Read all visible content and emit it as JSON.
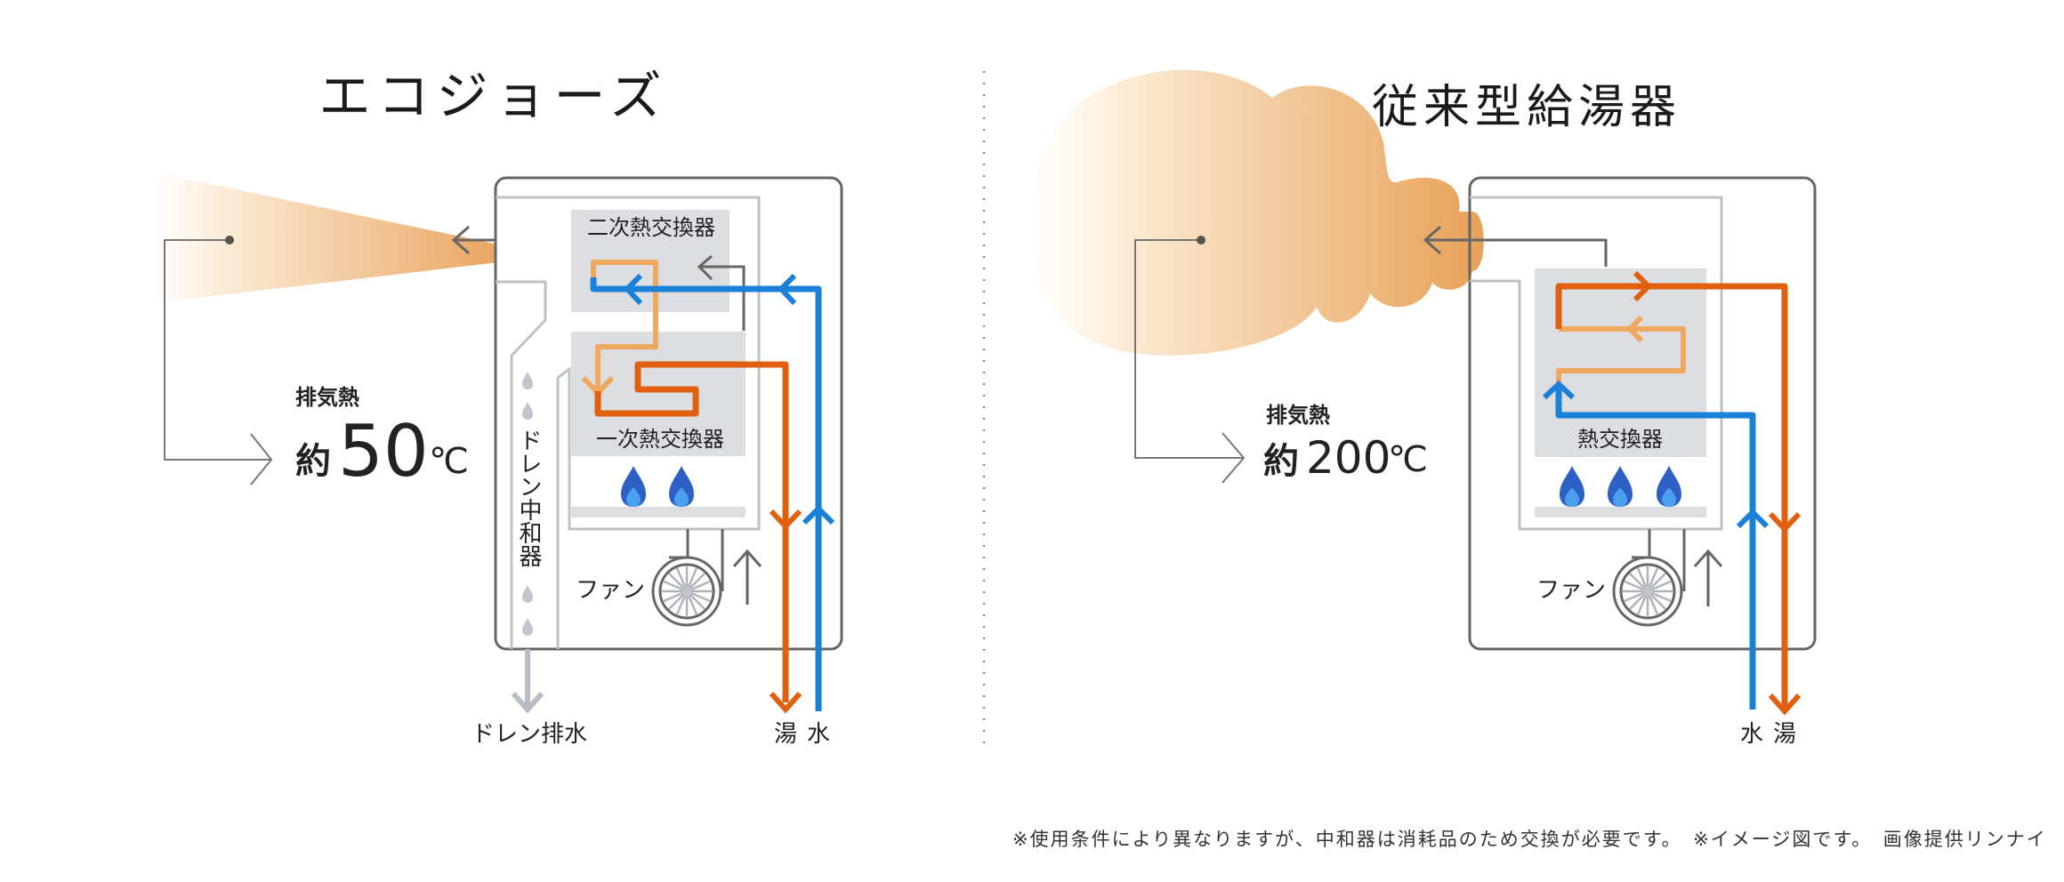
{
  "left_panel": {
    "title": "エコジョーズ",
    "exhaust_label": "排気熱",
    "exhaust_prefix": "約",
    "exhaust_value": "50",
    "exhaust_unit": "℃",
    "secondary_hx_label": "二次熱交換器",
    "primary_hx_label": "一次熱交換器",
    "neutralizer_label": "ドレン中和器",
    "fan_label": "ファン",
    "drain_label": "ドレン排水",
    "hot_label": "湯",
    "water_label": "水",
    "burner_count": 2
  },
  "right_panel": {
    "title": "従来型給湯器",
    "exhaust_label": "排気熱",
    "exhaust_prefix": "約",
    "exhaust_value": "200",
    "exhaust_unit": "℃",
    "hx_label": "熱交換器",
    "fan_label": "ファン",
    "water_label": "水",
    "hot_label": "湯",
    "burner_count": 3
  },
  "footnote": "※使用条件により異なりますが、中和器は消耗品のため交換が必要です。　※イメージ図です。　画像提供リンナイ",
  "colors": {
    "hot_water": "#e0600f",
    "warm_water": "#f0a860",
    "cold_water": "#1a80d8",
    "exhaust_gradient_end": "#e9a560",
    "drain": "#b8bcc4",
    "hx_box": "#dcdee2",
    "frame": "#666666",
    "inner_frame": "#bfc1c5"
  }
}
